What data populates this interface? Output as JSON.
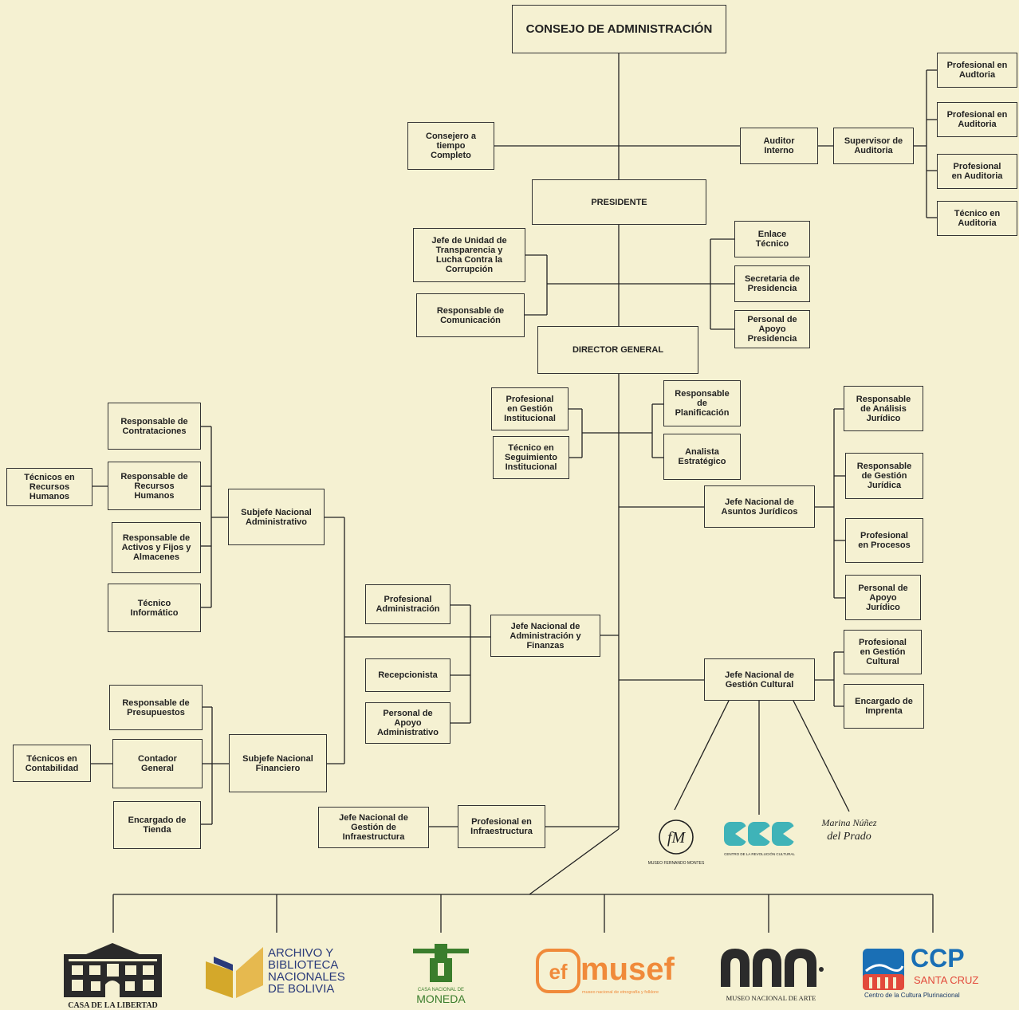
{
  "nodes": {
    "consejo": "CONSEJO DE ADMINISTRACIÓN",
    "consejero": "Consejero a\ntiempo\nCompleto",
    "auditor": "Auditor\nInterno",
    "supervisor": "Supervisor de\nAuditoria",
    "prof_audtoria": "Profesional en\nAudtoria",
    "prof_auditoria1": "Profesional en\nAuditoria",
    "prof_auditoria2": "Profesional\nen Auditoria",
    "tec_auditoria": "Técnico en\nAuditoria",
    "presidente": "PRESIDENTE",
    "jefe_transparencia": "Jefe de Unidad de\nTransparencia y\nLucha Contra la\nCorrupción",
    "resp_comunicacion": "Responsable de\nComunicación",
    "enlace": "Enlace\nTécnico",
    "secretaria": "Secretaria de\nPresidencia",
    "apoyo_presidencia": "Personal de\nApoyo\nPresidencia",
    "director": "DIRECTOR GENERAL",
    "prof_gestion_inst": "Profesional\nen Gestión\nInstitucional",
    "tec_seguimiento": "Técnico en\nSeguimiento\nInstitucional",
    "resp_planificacion": "Responsable\nde\nPlanificación",
    "analista": "Analista\nEstratégico",
    "jefe_juridicos": "Jefe Nacional de\nAsuntos Jurídicos",
    "resp_analisis": "Responsable\nde Análisis\nJurídico",
    "resp_gestion_jur": "Responsable\nde Gestión\nJurídica",
    "prof_procesos": "Profesional\nen Procesos",
    "apoyo_juridico": "Personal de\nApoyo\nJurídico",
    "resp_contrataciones": "Responsable de\nContrataciones",
    "resp_rrhh": "Responsable de\nRecursos\nHumanos",
    "tec_rrhh": "Técnicos en\nRecursos\nHumanos",
    "resp_activos": "Responsable de\nActivos y Fijos y\nAlmacenes",
    "tec_informatico": "Técnico\nInformático",
    "subjefe_adm": "Subjefe Nacional\nAdministrativo",
    "prof_administracion": "Profesional\nAdministración",
    "recepcionista": "Recepcionista",
    "apoyo_adm": "Personal de\nApoyo\nAdministrativo",
    "jefe_adm_fin": "Jefe Nacional de\nAdministración y\nFinanzas",
    "resp_presupuestos": "Responsable de\nPresupuestos",
    "contador": "Contador\nGeneral",
    "tec_contabilidad": "Técnicos en\nContabilidad",
    "encargado_tienda": "Encargado de\nTienda",
    "subjefe_fin": "Subjefe Nacional\nFinanciero",
    "jefe_infra": "Jefe Nacional de\nGestión de\nInfraestructura",
    "prof_infra": "Profesional en\nInfraestructura",
    "jefe_cultural": "Jefe Nacional de\nGestión Cultural",
    "prof_cultural": "Profesional\nen Gestión\nCultural",
    "imprenta": "Encargado de\nImprenta"
  },
  "logos_small": {
    "fm_caption": "MUSEO FERNANDO MONTES",
    "crc_caption": "CENTRO DE LA REVOLUCIÓN CULTURAL",
    "mnp_line1": "Marina Núñez",
    "mnp_line2": "del Prado"
  },
  "logos_bottom": {
    "casa": "CASA DE LA LIBERTAD",
    "archivo1": "ARCHIVO Y",
    "archivo2": "BIBLIOTECA",
    "archivo3": "NACIONALES",
    "archivo4": "DE  BOLIVIA",
    "moneda1": "CASA NACIONAL DE",
    "moneda2": "MONEDA",
    "musef": "musef",
    "musef_sub": "museo nacional de etnografía y folklore",
    "mna_caption": "MUSEO NACIONAL DE ARTE",
    "ccp": "CCP",
    "ccp_sub": "SANTA CRUZ",
    "ccp_caption": "Centro de la Cultura Plurinacional"
  },
  "colors": {
    "background": "#f5f1d2",
    "line": "#222222",
    "gold": "#e6b94f",
    "teal": "#3fb3b8",
    "green": "#3a7d2c",
    "orange": "#f08a3a",
    "blue": "#1a6fb5",
    "red": "#e24a3b"
  }
}
